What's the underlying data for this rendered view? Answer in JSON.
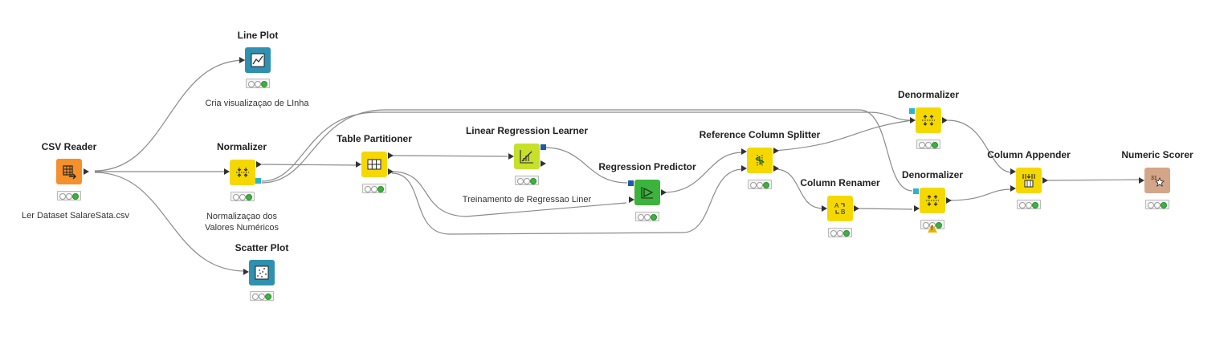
{
  "workflow": {
    "nodes": {
      "csv_reader": {
        "title": "CSV Reader",
        "caption": "Ler Dataset SalareSata.csv",
        "color": "#f5902a"
      },
      "line_plot": {
        "title": "Line Plot",
        "caption": "Cria visualizaçao de LInha",
        "color": "#2f90b0"
      },
      "normalizer": {
        "title": "Normalizer",
        "caption_line1": "Normalizaçao dos",
        "caption_line2": "Valores Numéricos",
        "color": "#f5d800"
      },
      "scatter_plot": {
        "title": "Scatter Plot",
        "color": "#2f90b0"
      },
      "table_partitioner": {
        "title": "Table Partitioner",
        "color": "#f5d800"
      },
      "lr_learner": {
        "title": "Linear Regression Learner",
        "caption": "Treinamento de Regressao Liner",
        "color": "#c7e02a"
      },
      "regression_predictor": {
        "title": "Regression Predictor",
        "color": "#3cb33c"
      },
      "ref_col_splitter": {
        "title": "Reference Column Splitter",
        "color": "#f5d800"
      },
      "column_renamer": {
        "title": "Column Renamer",
        "color": "#f5d800"
      },
      "denormalizer_1": {
        "title": "Denormalizer",
        "color": "#f5d800"
      },
      "denormalizer_2": {
        "title": "Denormalizer",
        "color": "#f5d800"
      },
      "column_appender": {
        "title": "Column Appender",
        "color": "#f5d800"
      },
      "numeric_scorer": {
        "title": "Numeric Scorer",
        "color": "#d3a68a"
      }
    },
    "port_colors": {
      "data": "#333333",
      "model": "#1e5aa8",
      "normalizer_model": "#28b4d0"
    },
    "status_on_color": "#3cb33c",
    "warning_color": "#e8b400"
  }
}
